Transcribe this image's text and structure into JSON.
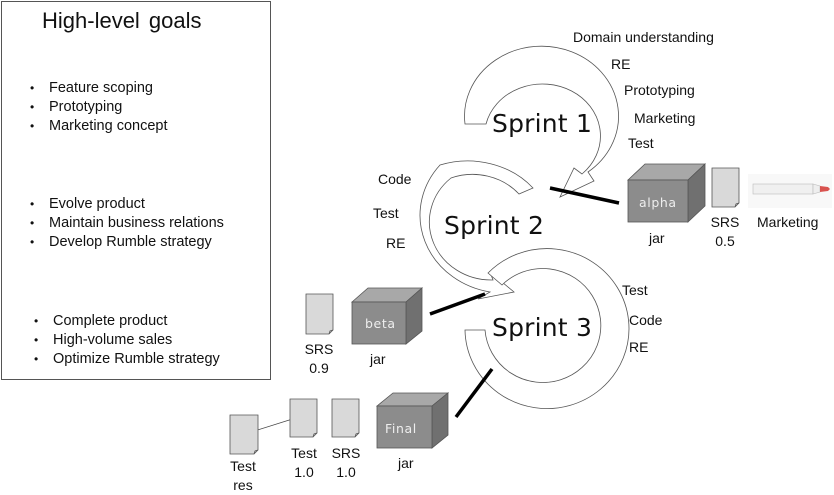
{
  "goals": {
    "title": "High-level goals",
    "groups": [
      [
        "Feature scoping",
        "Prototyping",
        "Marketing concept"
      ],
      [
        "Evolve product",
        "Maintain business relations",
        "Develop Rumble strategy"
      ],
      [
        "Complete product",
        "High-volume sales",
        "Optimize Rumble strategy"
      ]
    ]
  },
  "sprints": [
    {
      "label": "Sprint 1",
      "activities": [
        "Domain understanding",
        "RE",
        "Prototyping",
        "Marketing",
        "Test"
      ],
      "artifacts": {
        "jar_label": "alpha",
        "jar_caption": "jar",
        "doc_lines": [
          "SRS",
          "0.5"
        ],
        "extra_caption": "Marketing"
      }
    },
    {
      "label": "Sprint 2",
      "activities": [
        "Code",
        "Test",
        "RE"
      ],
      "artifacts": {
        "jar_label": "beta",
        "jar_caption": "jar",
        "doc_lines": [
          "SRS",
          "0.9"
        ]
      }
    },
    {
      "label": "Sprint 3",
      "activities": [
        "Test",
        "Code",
        "RE"
      ],
      "artifacts": {
        "jar_label": "Final",
        "jar_caption": "jar",
        "docs": [
          {
            "lines": [
              "Test",
              "res"
            ]
          },
          {
            "lines": [
              "Test",
              "1.0"
            ]
          },
          {
            "lines": [
              "SRS",
              "1.0"
            ]
          }
        ]
      }
    }
  ],
  "colors": {
    "box_front": "#8c8c8c",
    "box_top": "#a8a8a8",
    "box_side": "#707070",
    "doc_fill": "#d9d9d9",
    "connector": "#000000"
  }
}
